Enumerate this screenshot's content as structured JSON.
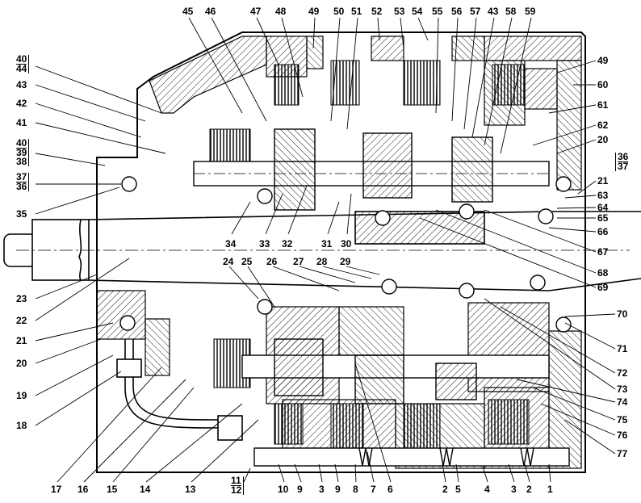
{
  "callouts_top": [
    "45",
    "46",
    "47",
    "48",
    "49",
    "50",
    "51",
    "52",
    "53",
    "54",
    "55",
    "56",
    "57",
    "43",
    "58",
    "59"
  ],
  "callouts_right": [
    "49",
    "60",
    "61",
    "62",
    "20",
    "21",
    "63",
    "64",
    "65",
    "66",
    "67",
    "68",
    "69",
    "70",
    "71",
    "72",
    "73",
    "74",
    "75",
    "76",
    "77"
  ],
  "callouts_right_pair": [
    "36",
    "37"
  ],
  "callouts_left": [
    "43",
    "42",
    "41",
    "35",
    "23",
    "22",
    "21",
    "20",
    "19",
    "18"
  ],
  "callouts_left_pairs": {
    "a": [
      "40",
      "44"
    ],
    "b": [
      "40",
      "39",
      "38"
    ],
    "c": [
      "37",
      "36"
    ]
  },
  "callouts_bottom": [
    "17",
    "16",
    "15",
    "14",
    "13",
    "10",
    "9",
    "3",
    "9",
    "8",
    "7",
    "6",
    "2",
    "5",
    "4",
    "3",
    "2",
    "1"
  ],
  "callouts_bottom_pair": [
    "11",
    "12"
  ],
  "callouts_mid_upper": [
    "34",
    "33",
    "32",
    "31",
    "30"
  ],
  "callouts_mid_lower": [
    "24",
    "25",
    "26",
    "27",
    "28",
    "29"
  ]
}
